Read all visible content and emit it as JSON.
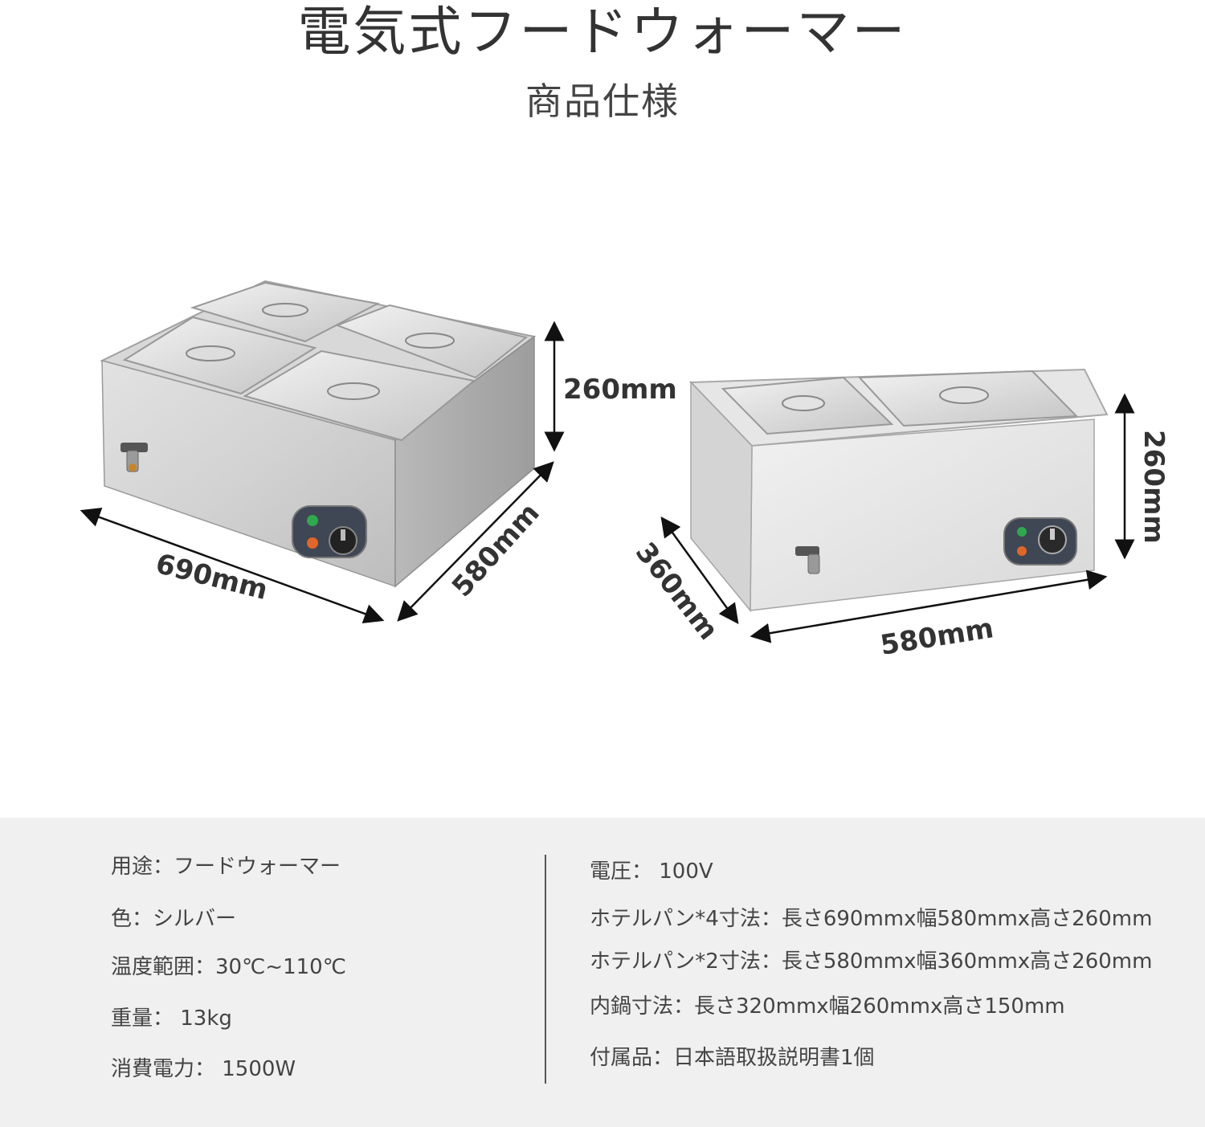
{
  "header": {
    "title": "電気式フードウォーマー",
    "subtitle": "商品仕様"
  },
  "dimensions": {
    "large": {
      "height": "260mm",
      "width": "690mm",
      "depth": "580mm"
    },
    "small": {
      "height": "260mm",
      "width": "580mm",
      "depth": "360mm"
    }
  },
  "specs": {
    "left": [
      "用途：フードウォーマー",
      "色：シルバー",
      "温度範囲：30℃~110℃",
      "重量： 13kg",
      "消費電力： 1500W"
    ],
    "right": [
      "電圧： 100V",
      "ホテルパン*4寸法：長さ690mmx幅580mmx高さ260mm",
      "ホテルパン*2寸法：長さ580mmx幅360mmx高さ260mm",
      "内鍋寸法：長さ320mmx幅260mmx高さ150mm",
      "付属品：日本語取扱説明書1個"
    ]
  },
  "colors": {
    "steel_light": "#e8e8e8",
    "steel_mid": "#c9c9c9",
    "steel_dark": "#a9a9a9",
    "panel_bg": "#f0f0f1",
    "indicator_green": "#2fa84f",
    "indicator_orange": "#e0672a"
  }
}
